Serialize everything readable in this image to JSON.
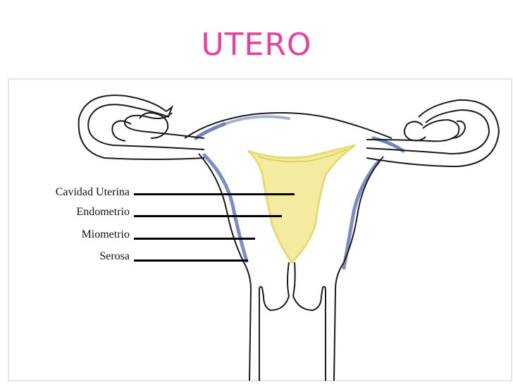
{
  "title": "UTERO",
  "labels": [
    {
      "key": "cavidad",
      "text": "Cavidad Uterina"
    },
    {
      "key": "endometrio",
      "text": "Endometrio"
    },
    {
      "key": "miometrio",
      "text": "Miometrio"
    },
    {
      "key": "serosa",
      "text": "Serosa"
    }
  ],
  "colors": {
    "title": "#e8409b",
    "outline": "#1a1a1a",
    "serosa_shade": "#5b6fb5",
    "endometrium_fill": "#f3ea9a",
    "endometrium_edge": "#e6d96a"
  }
}
